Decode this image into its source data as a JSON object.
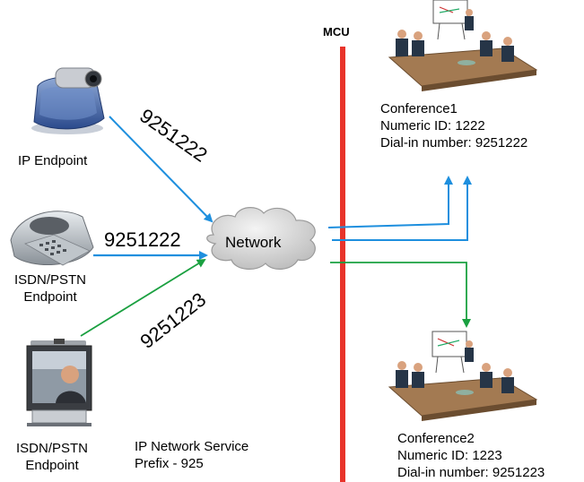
{
  "mcu": {
    "label": "MCU"
  },
  "network": {
    "label": "Network"
  },
  "endpoints": [
    {
      "label": "IP Endpoint",
      "dial": "9251222"
    },
    {
      "label_line1": "ISDN/PSTN",
      "label_line2": "Endpoint",
      "dial": "9251222"
    },
    {
      "label_line1": "ISDN/PSTN",
      "label_line2": "Endpoint",
      "dial": "9251223"
    }
  ],
  "service_prefix": {
    "line1": "IP Network Service",
    "line2": "Prefix - 925"
  },
  "conferences": [
    {
      "name": "Conference1",
      "numeric_id": "Numeric ID: 1222",
      "dial_in": "Dial-in number: 9251222"
    },
    {
      "name": "Conference2",
      "numeric_id": "Numeric ID: 1223",
      "dial_in": "Dial-in number: 9251223"
    }
  ],
  "colors": {
    "mcu": "#e8332a",
    "conf1_link": "#1e8fde",
    "conf2_link": "#1aa040",
    "cloud": "#d9d9d9"
  }
}
